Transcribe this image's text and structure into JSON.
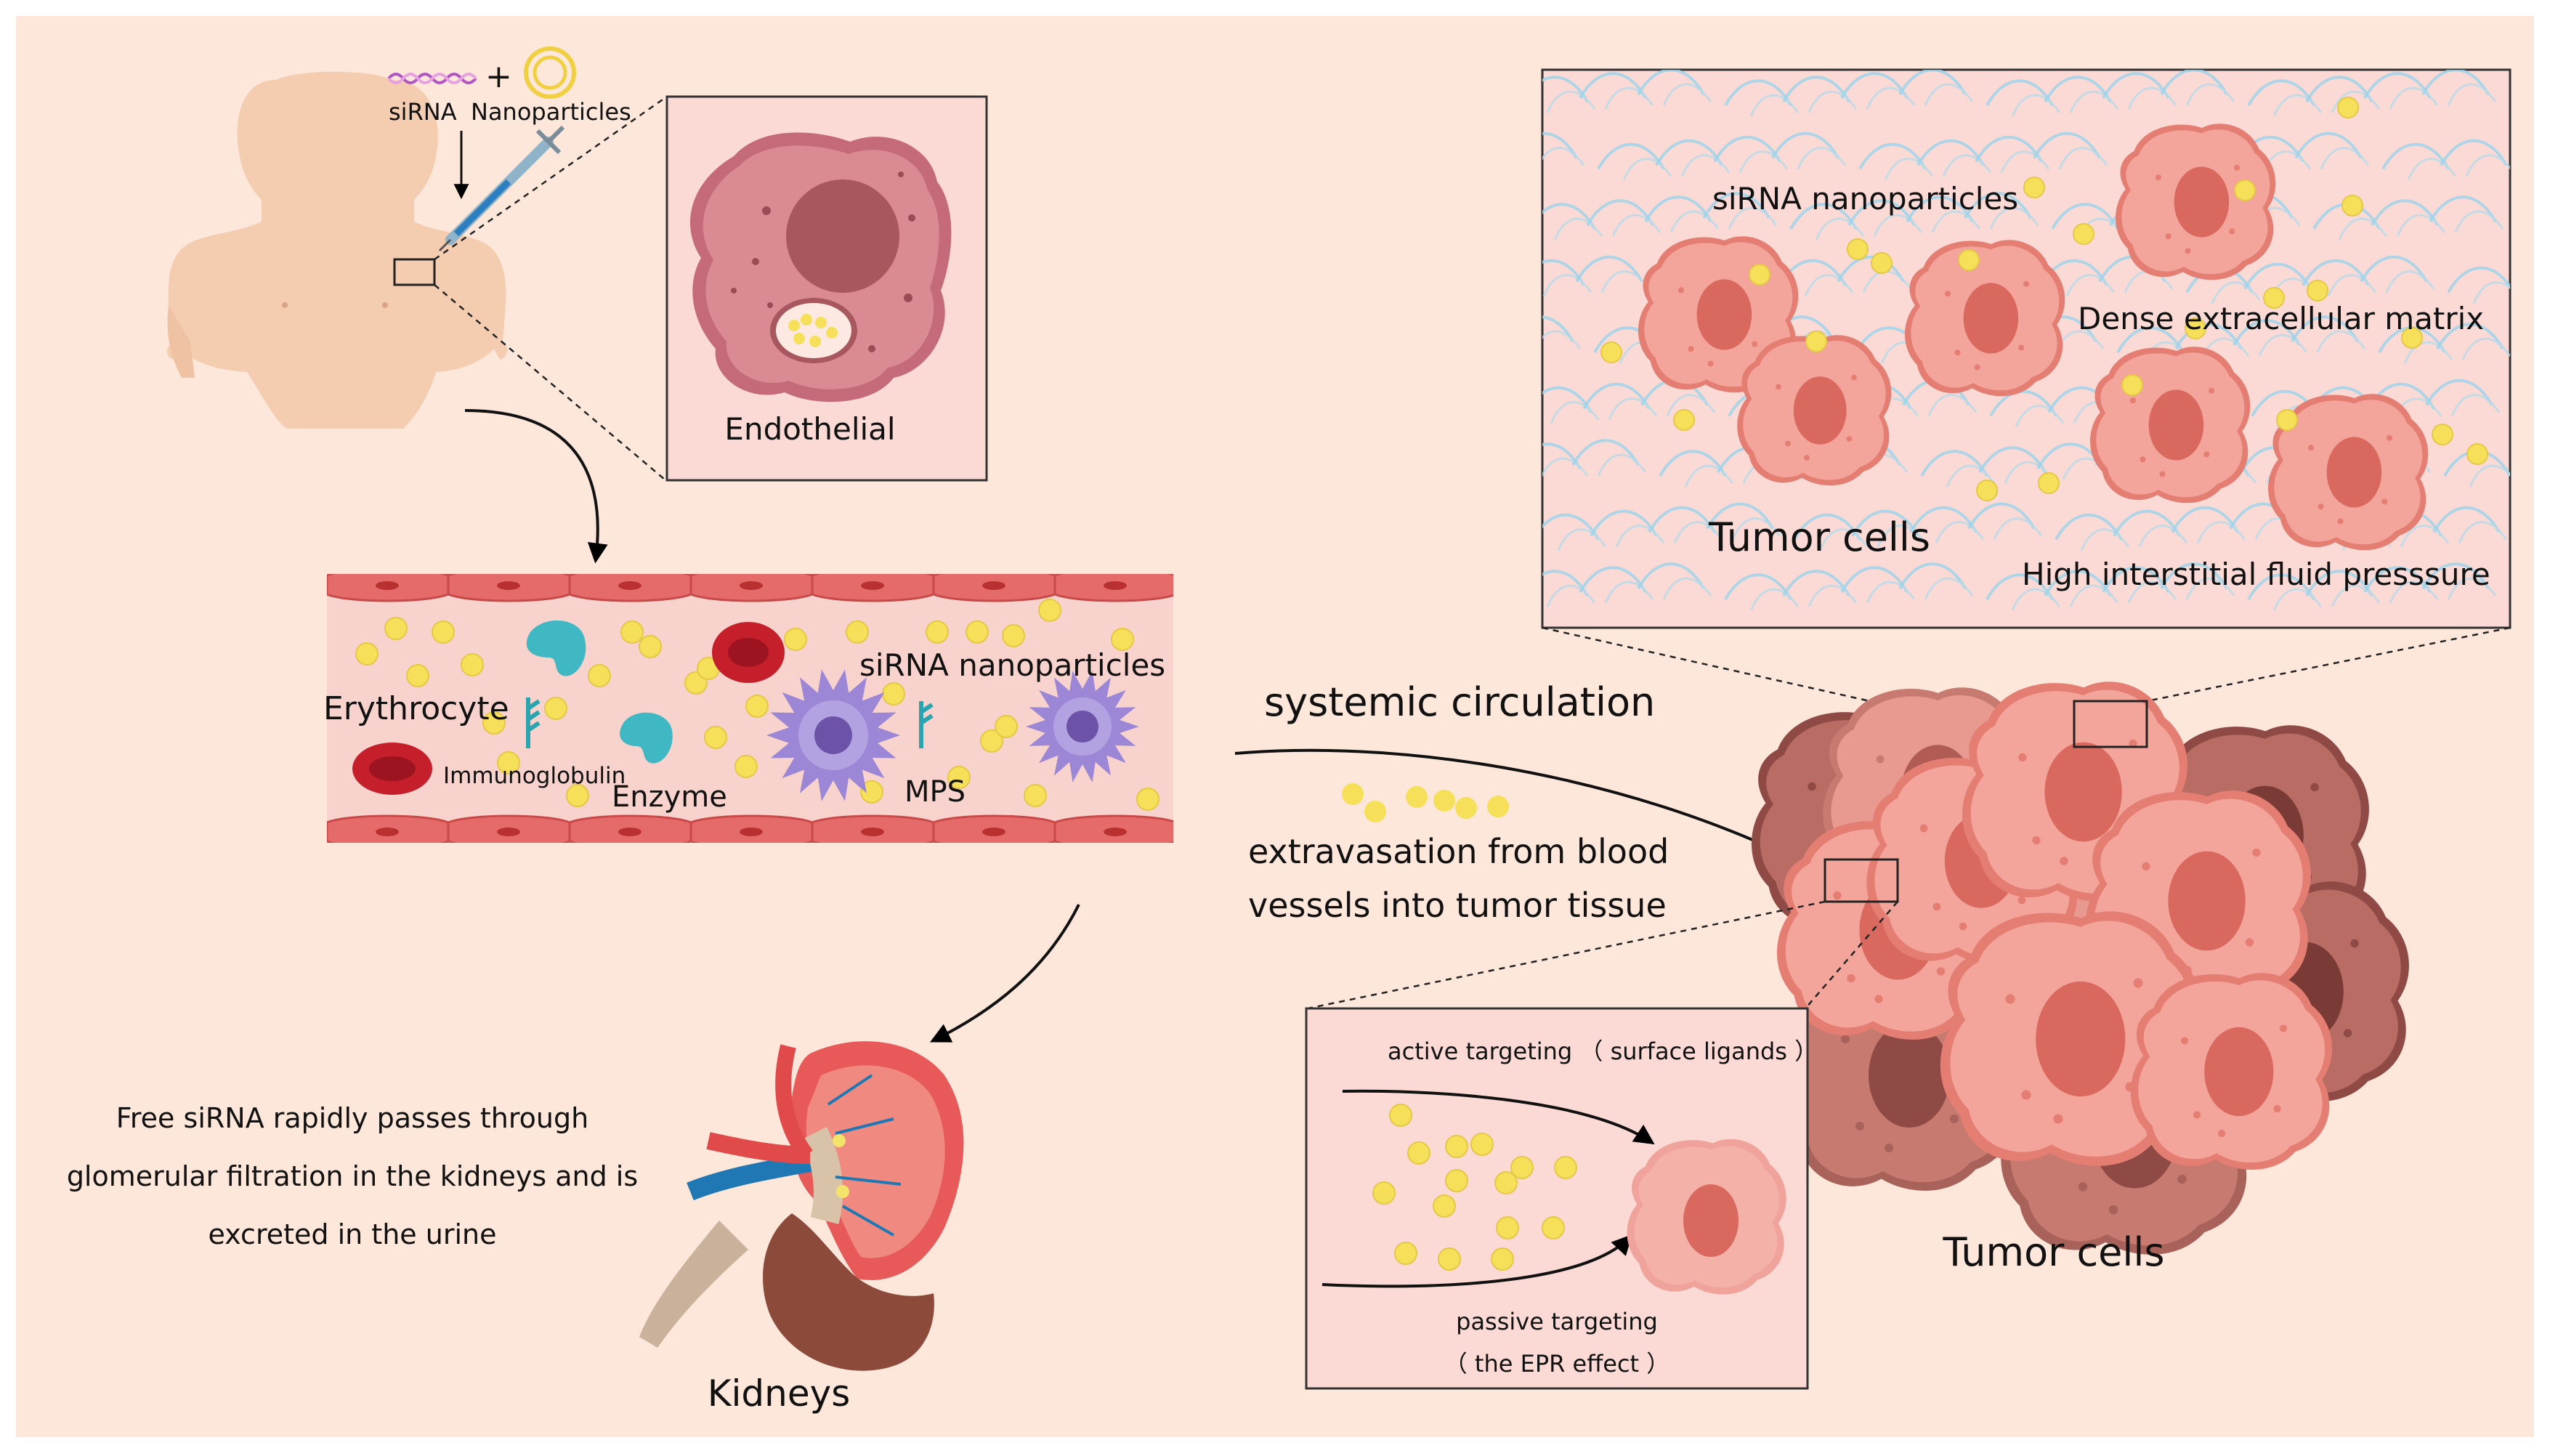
{
  "colors": {
    "page_bg": "#fde6da",
    "cell_pink": "#f0a39a",
    "cell_dark": "#b86c64",
    "nucleus": "#d9695e",
    "particle": "#f6e05a",
    "ecm_blue": "#9fd3ea",
    "vessel_red": "#e56a6a",
    "mps_purple": "#9c86d6",
    "enzyme_teal": "#3fb8c4",
    "rbc_red": "#c41f2a",
    "kidney_brown": "#8b4a3a"
  },
  "icons": [
    "human-body-icon",
    "syringe-icon",
    "sirna-strand-icon",
    "nanoparticle-ring-icon",
    "erythrocyte-icon",
    "enzyme-icon",
    "immunoglobulin-icon",
    "mps-cell-icon",
    "kidney-icon",
    "tumor-mass-icon"
  ],
  "injection": {
    "sirna_label": "siRNA",
    "nanoparticles_label": "Nanoparticles",
    "plus": "+"
  },
  "endothelial": {
    "label": "Endothelial"
  },
  "vessel": {
    "erythrocyte": "Erythrocyte",
    "immunoglobulin": "Immunoglobulin",
    "enzyme": "Enzyme",
    "mps": "MPS",
    "sirna_np": "siRNA nanoparticles"
  },
  "kidney": {
    "caption_lines": [
      "Free siRNA rapidly passes through",
      "glomerular filtration in the kidneys and is",
      "excreted in the urine"
    ],
    "label": "Kidneys"
  },
  "circulation": {
    "label": "systemic circulation",
    "extravasation_lines": [
      "extravasation from blood",
      "vessels into tumor tissue"
    ]
  },
  "tme": {
    "sirna_np": "siRNA nanoparticles",
    "ecm": "Dense extracellular matrix",
    "tumor_cells": "Tumor cells",
    "ifp": "High interstitial fluid presssure"
  },
  "targeting": {
    "active": "active targeting （ surface ligands ）",
    "passive_lines": [
      "passive targeting",
      "（ the  EPR effect ）"
    ]
  },
  "tumor": {
    "label": "Tumor cells"
  }
}
